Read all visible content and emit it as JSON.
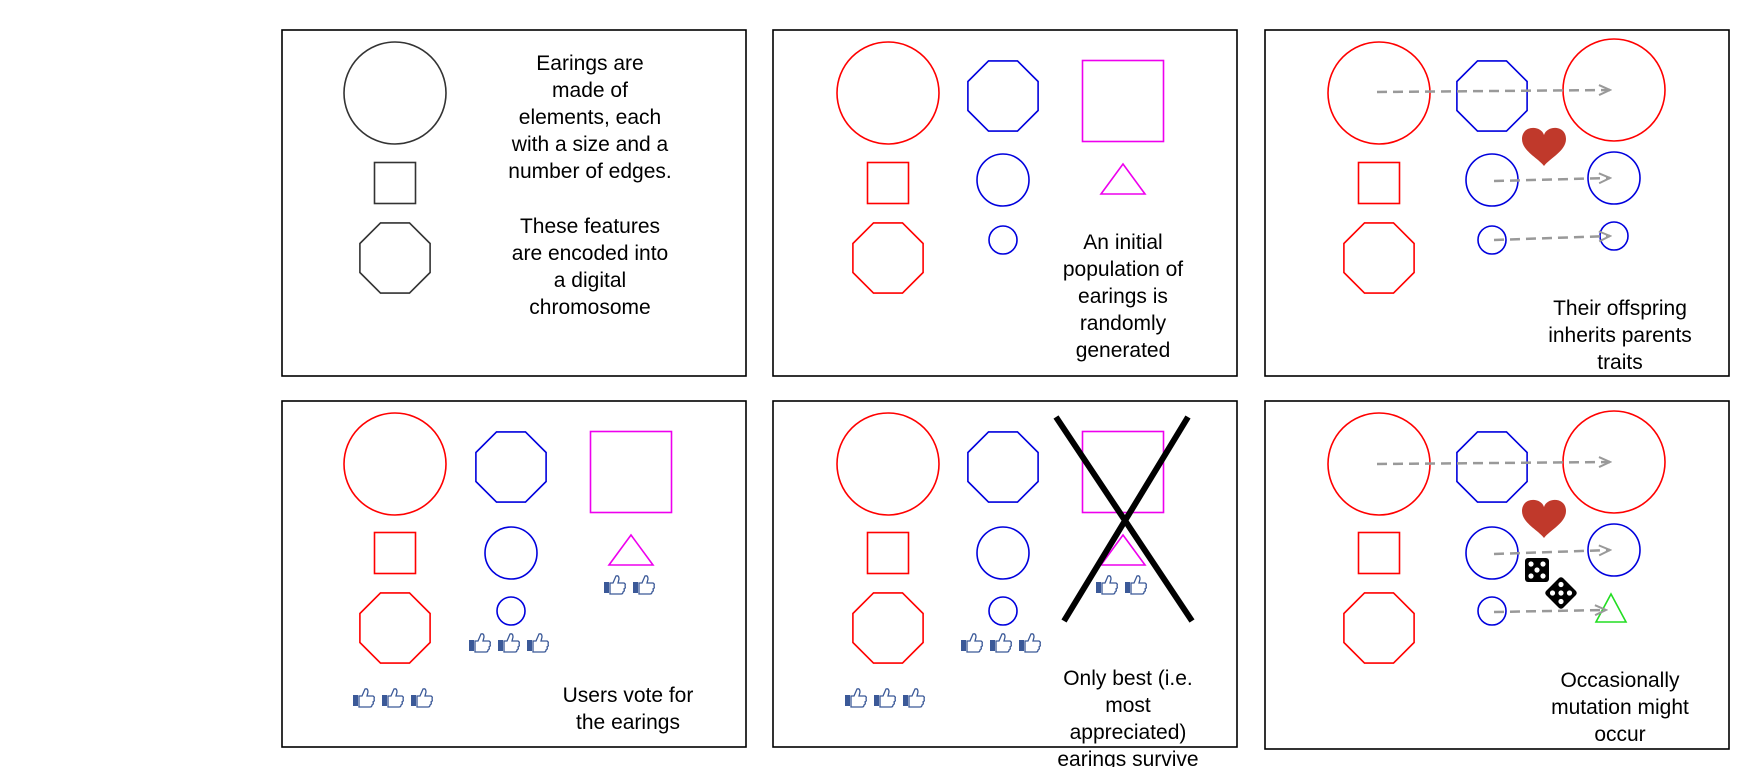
{
  "colors": {
    "neutral": "#333333",
    "red": "#ff0000",
    "blue": "#0000dd",
    "magenta": "#ee00ee",
    "green": "#22dd22",
    "heart": "#c0392b",
    "arrow": "#999999",
    "cross": "#000000",
    "thumb": "#3b5998"
  },
  "icons": [
    "heart-icon",
    "thumbs-up-icon",
    "dice-icon",
    "cross-out-icon"
  ],
  "panels": [
    {
      "name": "panel-encoding",
      "caption_groups": [
        [
          "Earings are",
          "made of",
          "elements, each",
          "with a size and a",
          "number of edges."
        ],
        [
          "These features",
          "are encoded into",
          "a digital",
          "chromosome"
        ]
      ]
    },
    {
      "name": "panel-initial-population",
      "caption_groups": [
        [
          "An initial",
          "population of",
          "earings is",
          "randomly",
          "generated"
        ]
      ]
    },
    {
      "name": "panel-inheritance",
      "caption_groups": [
        [
          "Their offspring",
          "inherits parents",
          "traits"
        ]
      ]
    },
    {
      "name": "panel-voting",
      "caption_groups": [
        [
          "Users vote for",
          "the earings"
        ]
      ],
      "votes": {
        "red": 3,
        "blue": 3,
        "magenta": 2
      }
    },
    {
      "name": "panel-selection",
      "caption_groups": [
        [
          "Only best (i.e.",
          "most",
          "appreciated)",
          "earings survive"
        ]
      ],
      "votes": {
        "red": 3,
        "blue": 3,
        "magenta": 2
      }
    },
    {
      "name": "panel-mutation",
      "caption_groups": [
        [
          "Occasionally",
          "mutation might",
          "occur"
        ]
      ]
    }
  ]
}
